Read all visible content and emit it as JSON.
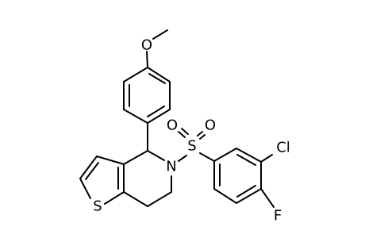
{
  "molecule": {
    "bond_color": "#000000",
    "background": "#ffffff",
    "atom_labels": {
      "oxygen_methoxy": "O",
      "sulfur_sulfonyl": "S",
      "oxygen_sulfonyl_left": "O",
      "oxygen_sulfonyl_right": "O",
      "nitrogen": "N",
      "chlorine": "Cl",
      "fluorine": "F",
      "sulfur_thiophene": "S"
    }
  }
}
